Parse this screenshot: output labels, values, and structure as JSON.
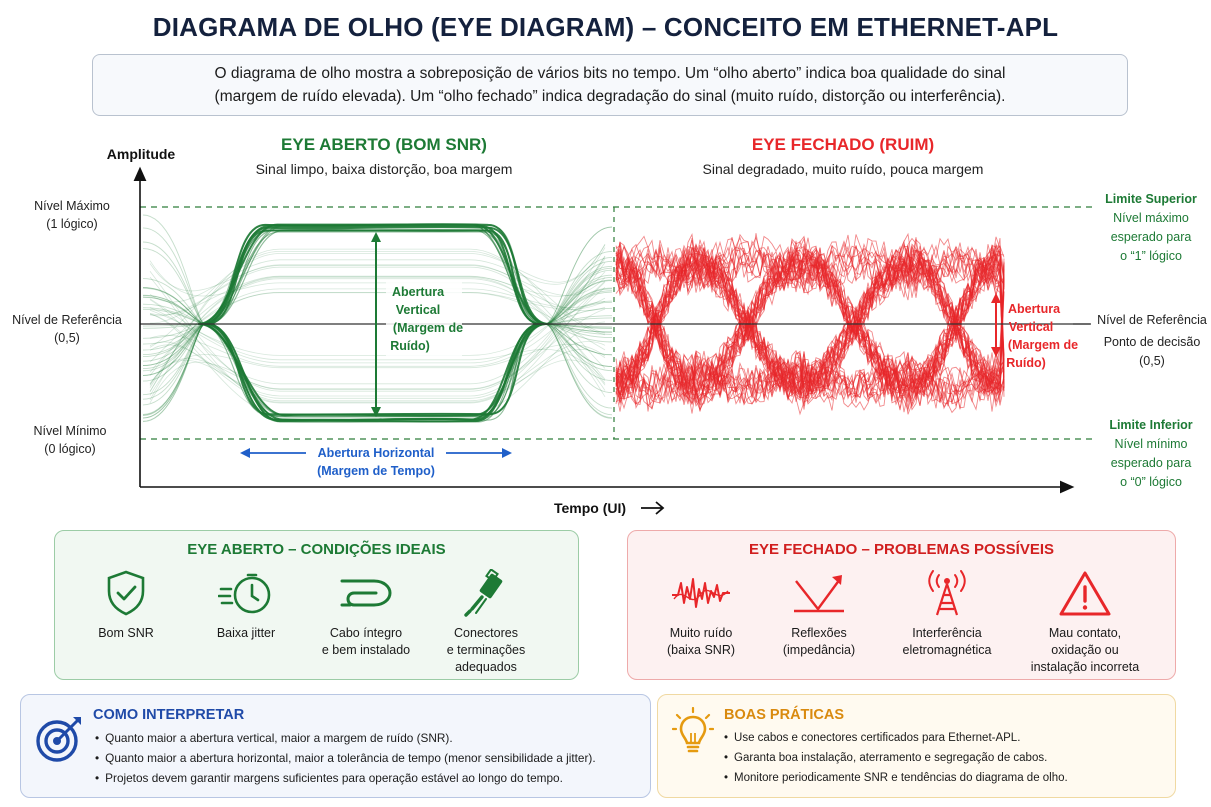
{
  "title": "DIAGRAMA DE OLHO (EYE DIAGRAM) – CONCEITO EM ETHERNET-APL",
  "intro": {
    "line1": "O diagrama de olho mostra a sobreposição de vários bits no tempo. Um “olho aberto” indica boa qualidade do sinal",
    "line2": "(margem de ruído elevada). Um “olho fechado” indica degradação do sinal (muito ruído, distorção ou interferência)."
  },
  "diagram": {
    "y_axis_label": "Amplitude",
    "x_axis_label": "Tempo (UI)",
    "levels": {
      "max": [
        "Nível Máximo",
        "(1 lógico)"
      ],
      "ref": [
        "Nível de Referência",
        "(0,5)"
      ],
      "min": [
        "Nível Mínimo",
        "(0 lógico)"
      ]
    },
    "open_eye": {
      "title": "EYE ABERTO (BOM SNR)",
      "subtitle": "Sinal limpo, baixa distorção, boa margem",
      "vertical_label": [
        "Abertura",
        "Vertical",
        "(Margem de",
        "Ruído)"
      ],
      "horizontal_label": [
        "Abertura Horizontal",
        "(Margem de Tempo)"
      ]
    },
    "closed_eye": {
      "title": "EYE FECHADO (RUIM)",
      "subtitle": "Sinal degradado, muito ruído, pouca margem",
      "vertical_label": [
        "Abertura",
        "Vertical",
        "(Margem de",
        "Ruído)"
      ]
    },
    "right_labels": {
      "upper": [
        "Limite Superior",
        "Nível máximo",
        "esperado para",
        "o “1” lógico"
      ],
      "ref": [
        "Nível de Referência",
        "Ponto de decisão",
        "(0,5)"
      ],
      "lower": [
        "Limite Inferior",
        "Nível mínimo",
        "esperado para",
        "o “0” lógico"
      ]
    },
    "colors": {
      "green": "#1d7a35",
      "red": "#e8272a",
      "blue": "#1f5fc9",
      "dashed": "#2e7d3a"
    }
  },
  "ideal": {
    "title": "EYE ABERTO – CONDIÇÕES IDEAIS",
    "items": [
      {
        "icon": "shield-check-icon",
        "label": "Bom SNR"
      },
      {
        "icon": "timer-icon",
        "label": "Baixa jitter"
      },
      {
        "icon": "cable-loop-icon",
        "label": "Cabo íntegro\ne bem instalado"
      },
      {
        "icon": "connector-icon",
        "label": "Conectores\ne terminações\nadequados"
      }
    ]
  },
  "problems": {
    "title": "EYE FECHADO – PROBLEMAS POSSÍVEIS",
    "items": [
      {
        "icon": "noise-wave-icon",
        "label": "Muito ruído\n(baixa SNR)"
      },
      {
        "icon": "reflection-icon",
        "label": "Reflexões\n(impedância)"
      },
      {
        "icon": "antenna-icon",
        "label": "Interferência\neletromagnética"
      },
      {
        "icon": "warning-icon",
        "label": "Mau contato,\noxidação ou\ninstalação incorreta"
      }
    ]
  },
  "interpret": {
    "title": "COMO INTERPRETAR",
    "items": [
      "Quanto maior a abertura vertical, maior a margem de ruído (SNR).",
      "Quanto maior a abertura horizontal, maior a tolerância de tempo (menor sensibilidade a jitter).",
      "Projetos devem garantir margens suficientes para operação estável ao longo do tempo."
    ]
  },
  "practices": {
    "title": "BOAS PRÁTICAS",
    "items": [
      "Use cabos e conectores certificados para Ethernet-APL.",
      "Garanta boa instalação, aterramento e segregação de cabos.",
      "Monitore periodicamente SNR e tendências do diagrama de olho."
    ]
  }
}
